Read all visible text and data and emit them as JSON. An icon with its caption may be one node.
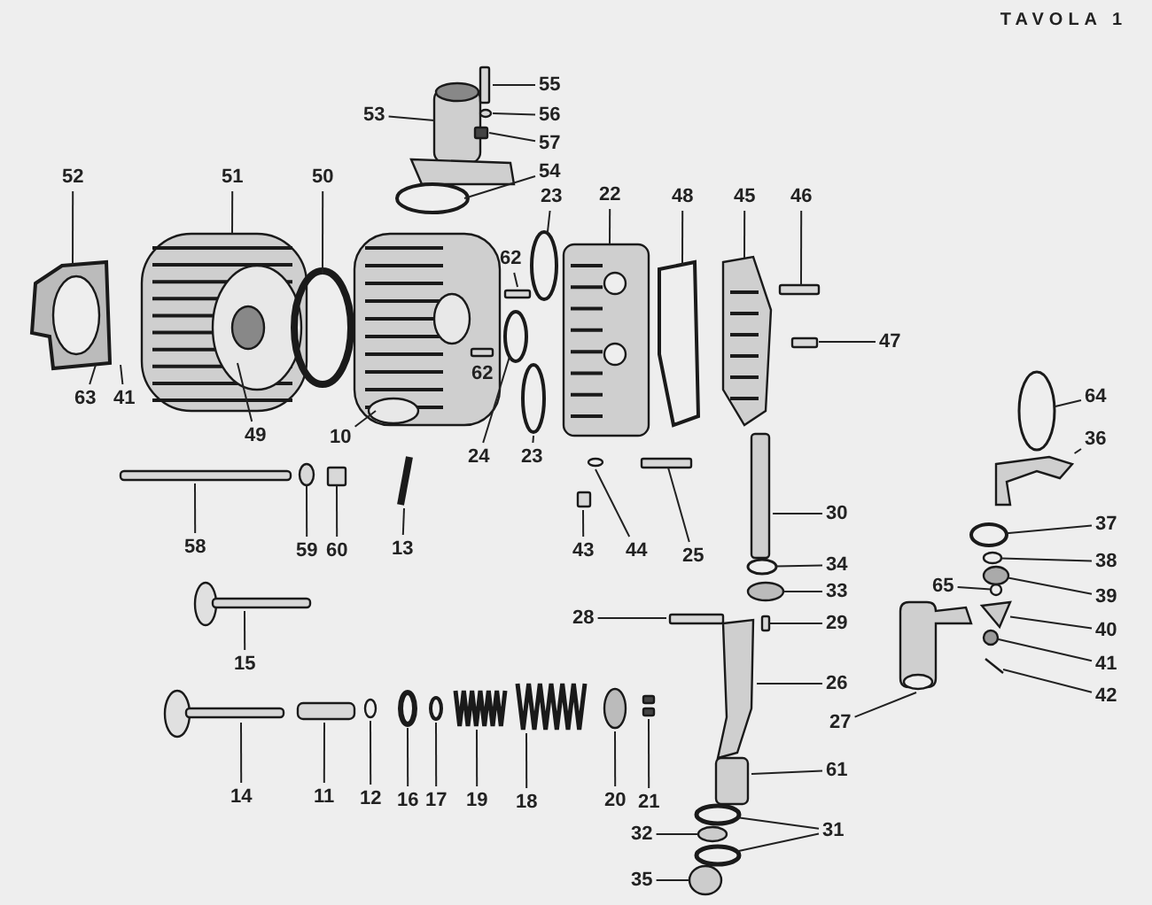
{
  "diagram": {
    "title": "TAVOLA 1",
    "nodes": [
      {
        "text": [
          "55"
        ]
      },
      {
        "text": [
          "56"
        ]
      },
      {
        "text": [
          "53"
        ]
      },
      {
        "text": [
          "57"
        ]
      },
      {
        "text": [
          "52"
        ]
      },
      {
        "text": [
          "51"
        ]
      },
      {
        "text": [
          "50"
        ]
      },
      {
        "text": [
          "54"
        ]
      },
      {
        "text": [
          "23"
        ]
      },
      {
        "text": [
          "22"
        ]
      },
      {
        "text": [
          "48"
        ]
      },
      {
        "text": [
          "45"
        ]
      },
      {
        "text": [
          "46"
        ]
      },
      {
        "text": [
          "62"
        ]
      },
      {
        "text": [
          "47"
        ]
      },
      {
        "text": [
          "63"
        ]
      },
      {
        "text": [
          "41"
        ]
      },
      {
        "text": [
          "49"
        ]
      },
      {
        "text": [
          "10"
        ]
      },
      {
        "text": [
          "62"
        ]
      },
      {
        "text": [
          "24"
        ]
      },
      {
        "text": [
          "23"
        ]
      },
      {
        "text": [
          "64"
        ]
      },
      {
        "text": [
          "36"
        ]
      },
      {
        "text": [
          "58"
        ]
      },
      {
        "text": [
          "59"
        ]
      },
      {
        "text": [
          "60"
        ]
      },
      {
        "text": [
          "13"
        ]
      },
      {
        "text": [
          "43"
        ]
      },
      {
        "text": [
          "44"
        ]
      },
      {
        "text": [
          "25"
        ]
      },
      {
        "text": [
          "30"
        ]
      },
      {
        "text": [
          "37"
        ]
      },
      {
        "text": [
          "38"
        ]
      },
      {
        "text": [
          "34"
        ]
      },
      {
        "text": [
          "65"
        ]
      },
      {
        "text": [
          "39"
        ]
      },
      {
        "text": [
          "33"
        ]
      },
      {
        "text": [
          "28"
        ]
      },
      {
        "text": [
          "29"
        ]
      },
      {
        "text": [
          "40"
        ]
      },
      {
        "text": [
          "41"
        ]
      },
      {
        "text": [
          "15"
        ]
      },
      {
        "text": [
          "26"
        ]
      },
      {
        "text": [
          "42"
        ]
      },
      {
        "text": [
          "27"
        ]
      },
      {
        "text": [
          "14"
        ]
      },
      {
        "text": [
          "11"
        ]
      },
      {
        "text": [
          "12"
        ]
      },
      {
        "text": [
          "16"
        ]
      },
      {
        "text": [
          "17"
        ]
      },
      {
        "text": [
          "19"
        ]
      },
      {
        "text": [
          "18"
        ]
      },
      {
        "text": [
          "20"
        ]
      },
      {
        "text": [
          "21"
        ]
      },
      {
        "text": [
          "61"
        ]
      },
      {
        "text": [
          "31"
        ]
      },
      {
        "text": [
          "32"
        ]
      },
      {
        "text": [
          "35"
        ]
      },
      {
        "text": [],
        "shape": "circle"
      },
      {
        "text": [],
        "shape": "circle"
      },
      {
        "text": [],
        "shape": "box"
      },
      {
        "text": [],
        "shape": "circle"
      },
      {
        "text": [],
        "shape": "circle"
      },
      {
        "text": [],
        "shape": "circle"
      },
      {
        "text": [],
        "shape": "picture"
      },
      {
        "text": [],
        "shape": "circle"
      },
      {
        "text": [],
        "shape": "circle"
      },
      {
        "text": [],
        "shape": "circle"
      },
      {
        "text": [],
        "shape": "circle"
      },
      {
        "text": [],
        "shape": "circle"
      },
      {
        "text": [],
        "shape": "circle"
      },
      {
        "text": [],
        "shape": "picture"
      },
      {
        "text": [],
        "shape": "circle"
      },
      {
        "text": [],
        "shape": "circle"
      },
      {
        "text": [],
        "shape": "circle"
      },
      {
        "text": [],
        "shape": "box"
      },
      {
        "text": [],
        "shape": "circle"
      }
    ],
    "edges": [
      {
        "from": 0,
        "to": null,
        "arrow": "none"
      },
      {
        "from": 1,
        "to": null,
        "arrow": "none"
      },
      {
        "from": 2,
        "to": null,
        "arrow": "none"
      },
      {
        "from": 3,
        "to": null,
        "arrow": "none"
      },
      {
        "from": 4,
        "to": null,
        "arrow": "none"
      },
      {
        "from": 5,
        "to": null,
        "arrow": "none"
      },
      {
        "from": 6,
        "to": null,
        "arrow": "none"
      },
      {
        "from": 7,
        "to": null,
        "arrow": "none"
      },
      {
        "from": 8,
        "to": 77,
        "arrow": "none"
      },
      {
        "from": 9,
        "to": null,
        "arrow": "none"
      },
      {
        "from": 10,
        "to": null,
        "arrow": "none"
      },
      {
        "from": 11,
        "to": null,
        "arrow": "none"
      },
      {
        "from": 12,
        "to": null,
        "arrow": "none"
      },
      {
        "from": 13,
        "to": null,
        "arrow": "none"
      },
      {
        "from": 14,
        "to": null,
        "arrow": "none"
      },
      {
        "from": 15,
        "to": null,
        "arrow": "none"
      },
      {
        "from": 16,
        "to": null,
        "arrow": "none"
      },
      {
        "from": 17,
        "to": null,
        "arrow": "none"
      },
      {
        "from": 18,
        "to": null,
        "arrow": "none"
      },
      {
        "from": 19,
        "to": null,
        "arrow": "none"
      },
      {
        "from": 20,
        "to": 59,
        "arrow": "none"
      },
      {
        "from": 21,
        "to": null,
        "arrow": "none"
      },
      {
        "from": 22,
        "to": 73,
        "arrow": "none"
      },
      {
        "from": 23,
        "to": 72,
        "arrow": "none"
      },
      {
        "from": 24,
        "to": null,
        "arrow": "none"
      },
      {
        "from": 25,
        "to": 60,
        "arrow": "none"
      },
      {
        "from": 26,
        "to": 61,
        "arrow": "none"
      },
      {
        "from": 27,
        "to": null,
        "arrow": "none"
      },
      {
        "from": 28,
        "to": null,
        "arrow": "none"
      },
      {
        "from": 29,
        "to": null,
        "arrow": "none"
      },
      {
        "from": 30,
        "to": null,
        "arrow": "none"
      },
      {
        "from": 31,
        "to": null,
        "arrow": "none"
      },
      {
        "from": 32,
        "to": 62,
        "arrow": "none"
      },
      {
        "from": 33,
        "to": 63,
        "arrow": "none"
      },
      {
        "from": 34,
        "to": 74,
        "arrow": "none"
      },
      {
        "from": 35,
        "to": 68,
        "arrow": "none"
      },
      {
        "from": 36,
        "to": 64,
        "arrow": "none"
      },
      {
        "from": 37,
        "to": 75,
        "arrow": "none"
      },
      {
        "from": 38,
        "to": null,
        "arrow": "none"
      },
      {
        "from": 39,
        "to": 76,
        "arrow": "none"
      },
      {
        "from": 40,
        "to": 65,
        "arrow": "none"
      },
      {
        "from": 41,
        "to": 69,
        "arrow": "none"
      },
      {
        "from": 42,
        "to": null,
        "arrow": "none"
      },
      {
        "from": 43,
        "to": null,
        "arrow": "none"
      },
      {
        "from": 44,
        "to": null,
        "arrow": "none"
      },
      {
        "from": 45,
        "to": null,
        "arrow": "none"
      },
      {
        "from": 46,
        "to": null,
        "arrow": "none"
      },
      {
        "from": 47,
        "to": null,
        "arrow": "none"
      },
      {
        "from": 48,
        "to": null,
        "arrow": "none"
      },
      {
        "from": 49,
        "to": null,
        "arrow": "none"
      },
      {
        "from": 50,
        "to": null,
        "arrow": "none"
      },
      {
        "from": 51,
        "to": null,
        "arrow": "none"
      },
      {
        "from": 52,
        "to": null,
        "arrow": "none"
      },
      {
        "from": 53,
        "to": null,
        "arrow": "none"
      },
      {
        "from": 54,
        "to": null,
        "arrow": "none"
      },
      {
        "from": 55,
        "to": null,
        "arrow": "none"
      },
      {
        "from": 56,
        "to": 66,
        "arrow": "none"
      },
      {
        "from": 56,
        "to": 67,
        "arrow": "none"
      },
      {
        "from": 57,
        "to": 70,
        "arrow": "none"
      },
      {
        "from": 58,
        "to": 71,
        "arrow": "none"
      }
    ]
  }
}
